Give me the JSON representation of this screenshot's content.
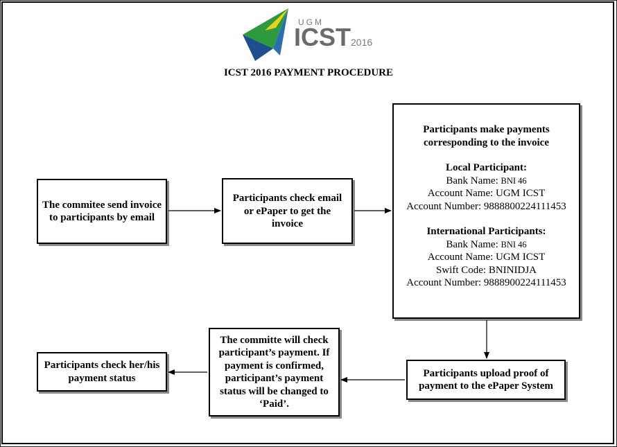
{
  "logo": {
    "org": "UGM",
    "name": "ICST",
    "year": "2016"
  },
  "title": "ICST 2016 PAYMENT PROCEDURE",
  "steps": {
    "send_invoice": [
      "The commitee send invoice",
      "to participants by email"
    ],
    "check_email": [
      "Participants check  email",
      "or ePaper to get the",
      "invoice"
    ],
    "make_payment": {
      "heading": [
        "Participants make payments",
        "corresponding to the invoice"
      ],
      "local": {
        "label": "Local Participant:",
        "bank_label": "Bank Name: ",
        "bank_value": "BNI 46",
        "account_name": "Account Name: UGM ICST",
        "account_number": "Account Number: 9888800224111453"
      },
      "international": {
        "label": "International Participants:",
        "bank_label": "Bank Name: ",
        "bank_value": "BNI 46",
        "account_name": "Account Name: UGM ICST",
        "swift": "Swift Code: BNINIDJA",
        "account_number": "Account Number: 9888900224111453"
      }
    },
    "upload_proof": [
      "Participants upload proof of",
      "payment to the ePaper System"
    ],
    "committee_check": [
      "The committe will check",
      "participant’s payment. If",
      "payment is confirmed,",
      "participant’s payment",
      "status will be changed to",
      "‘Paid’."
    ],
    "check_status": [
      "Participants check her/his",
      "payment status"
    ]
  }
}
